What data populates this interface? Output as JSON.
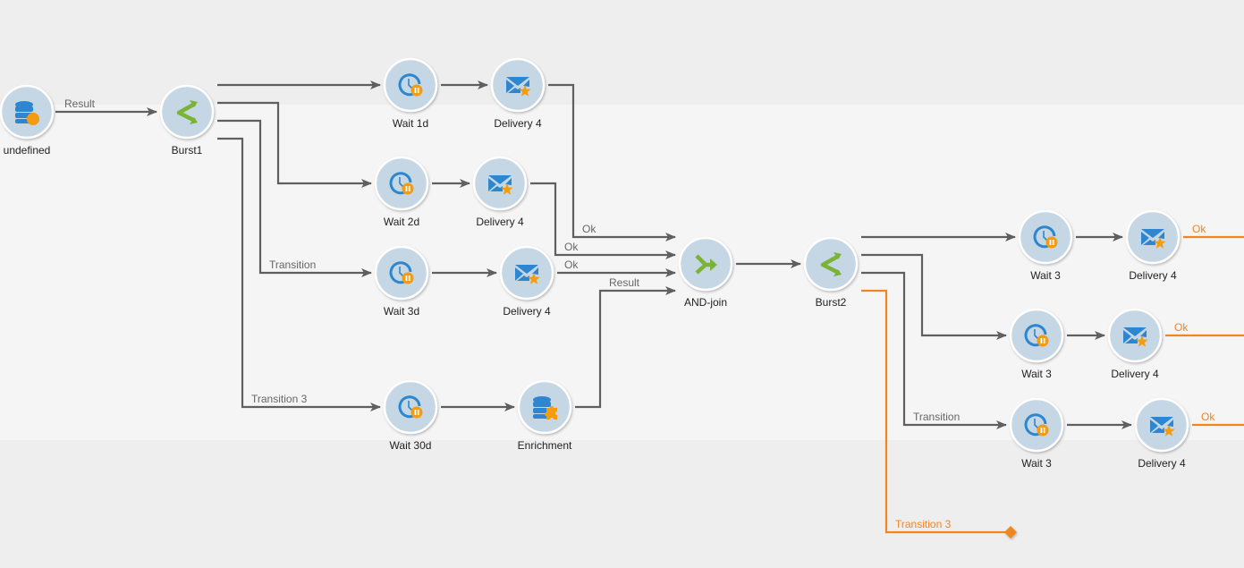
{
  "workflow": {
    "colors": {
      "edge": "#5f5f5f",
      "edge_highlight": "#f0861e",
      "node_fill": "#c5d7e4",
      "icon_blue": "#2f86d0",
      "icon_orange": "#f39c12",
      "icon_green": "#7ab337"
    },
    "nodes": [
      {
        "id": "n_query",
        "label": "undefined",
        "icon": "database-icon",
        "badge": "orange-dot"
      },
      {
        "id": "n_burst1",
        "label": "Burst1",
        "icon": "fork-icon"
      },
      {
        "id": "n_wait1d",
        "label": "Wait 1d",
        "icon": "clock-pause-icon"
      },
      {
        "id": "n_del1",
        "label": "Delivery 4",
        "icon": "email-star-icon"
      },
      {
        "id": "n_wait2d",
        "label": "Wait 2d",
        "icon": "clock-pause-icon"
      },
      {
        "id": "n_del2",
        "label": "Delivery 4",
        "icon": "email-star-icon"
      },
      {
        "id": "n_wait3d",
        "label": "Wait 3d",
        "icon": "clock-pause-icon"
      },
      {
        "id": "n_del3",
        "label": "Delivery 4",
        "icon": "email-star-icon"
      },
      {
        "id": "n_wait30d",
        "label": "Wait 30d",
        "icon": "clock-pause-icon"
      },
      {
        "id": "n_enrich",
        "label": "Enrichment",
        "icon": "database-puzzle-icon"
      },
      {
        "id": "n_andjoin",
        "label": "AND-join",
        "icon": "join-icon"
      },
      {
        "id": "n_burst2",
        "label": "Burst2",
        "icon": "fork-icon"
      },
      {
        "id": "n_wait3a",
        "label": "Wait 3",
        "icon": "clock-pause-icon"
      },
      {
        "id": "n_del4",
        "label": "Delivery 4",
        "icon": "email-star-icon"
      },
      {
        "id": "n_wait3b",
        "label": "Wait 3",
        "icon": "clock-pause-icon"
      },
      {
        "id": "n_del5",
        "label": "Delivery 4",
        "icon": "email-star-icon"
      },
      {
        "id": "n_wait3c",
        "label": "Wait 3",
        "icon": "clock-pause-icon"
      },
      {
        "id": "n_del6",
        "label": "Delivery 4",
        "icon": "email-star-icon"
      }
    ],
    "edges": [
      {
        "from": "n_query",
        "to": "n_burst1",
        "label": "Result"
      },
      {
        "from": "n_burst1",
        "to": "n_wait1d",
        "label": ""
      },
      {
        "from": "n_burst1",
        "to": "n_wait2d",
        "label": ""
      },
      {
        "from": "n_burst1",
        "to": "n_wait3d",
        "label": "Transition"
      },
      {
        "from": "n_burst1",
        "to": "n_wait30d",
        "label": "Transition 3"
      },
      {
        "from": "n_wait1d",
        "to": "n_del1",
        "label": ""
      },
      {
        "from": "n_wait2d",
        "to": "n_del2",
        "label": ""
      },
      {
        "from": "n_wait3d",
        "to": "n_del3",
        "label": ""
      },
      {
        "from": "n_wait30d",
        "to": "n_enrich",
        "label": ""
      },
      {
        "from": "n_del1",
        "to": "n_andjoin",
        "label": "Ok"
      },
      {
        "from": "n_del2",
        "to": "n_andjoin",
        "label": "Ok"
      },
      {
        "from": "n_del3",
        "to": "n_andjoin",
        "label": "Ok"
      },
      {
        "from": "n_enrich",
        "to": "n_andjoin",
        "label": "Result"
      },
      {
        "from": "n_andjoin",
        "to": "n_burst2",
        "label": ""
      },
      {
        "from": "n_burst2",
        "to": "n_wait3a",
        "label": ""
      },
      {
        "from": "n_burst2",
        "to": "n_wait3b",
        "label": ""
      },
      {
        "from": "n_burst2",
        "to": "n_wait3c",
        "label": "Transition"
      },
      {
        "from": "n_burst2",
        "to": null,
        "label": "Transition 3",
        "highlight": true,
        "dangling": true
      },
      {
        "from": "n_wait3a",
        "to": "n_del4",
        "label": ""
      },
      {
        "from": "n_wait3b",
        "to": "n_del5",
        "label": ""
      },
      {
        "from": "n_wait3c",
        "to": "n_del6",
        "label": ""
      },
      {
        "from": "n_del4",
        "to": null,
        "label": "Ok",
        "highlight": true
      },
      {
        "from": "n_del5",
        "to": null,
        "label": "Ok",
        "highlight": true
      },
      {
        "from": "n_del6",
        "to": null,
        "label": "Ok",
        "highlight": true
      }
    ]
  }
}
